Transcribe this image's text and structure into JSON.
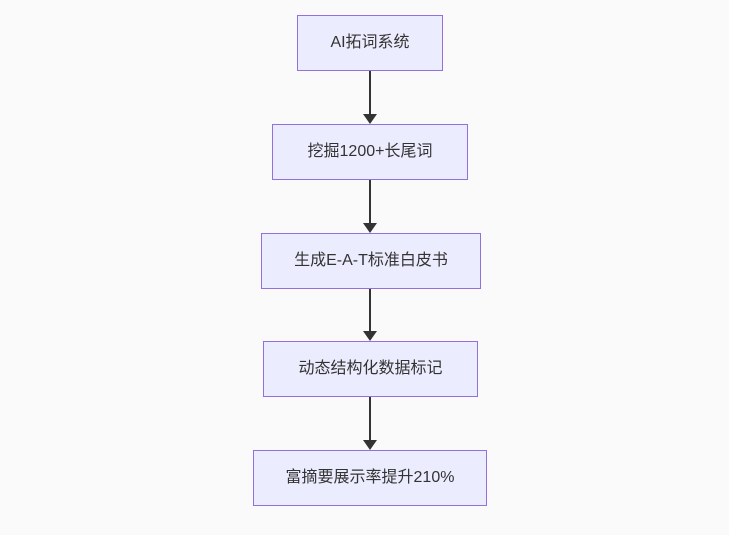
{
  "page": {
    "background_color": "#fafafa"
  },
  "chart_data": {
    "type": "flowchart",
    "direction": "top-down",
    "node_fill": "#ECECFF",
    "node_border_color": "#9370DB",
    "edge_color": "#333333",
    "text_color": "#333333",
    "nodes": [
      {
        "id": "A",
        "label": "AI拓词系统"
      },
      {
        "id": "B",
        "label": "挖掘1200+长尾词"
      },
      {
        "id": "C",
        "label": "生成E-A-T标准白皮书"
      },
      {
        "id": "D",
        "label": "动态结构化数据标记"
      },
      {
        "id": "E",
        "label": "富摘要展示率提升210%"
      }
    ],
    "edges": [
      {
        "from": "A",
        "to": "B"
      },
      {
        "from": "B",
        "to": "C"
      },
      {
        "from": "C",
        "to": "D"
      },
      {
        "from": "D",
        "to": "E"
      }
    ]
  }
}
